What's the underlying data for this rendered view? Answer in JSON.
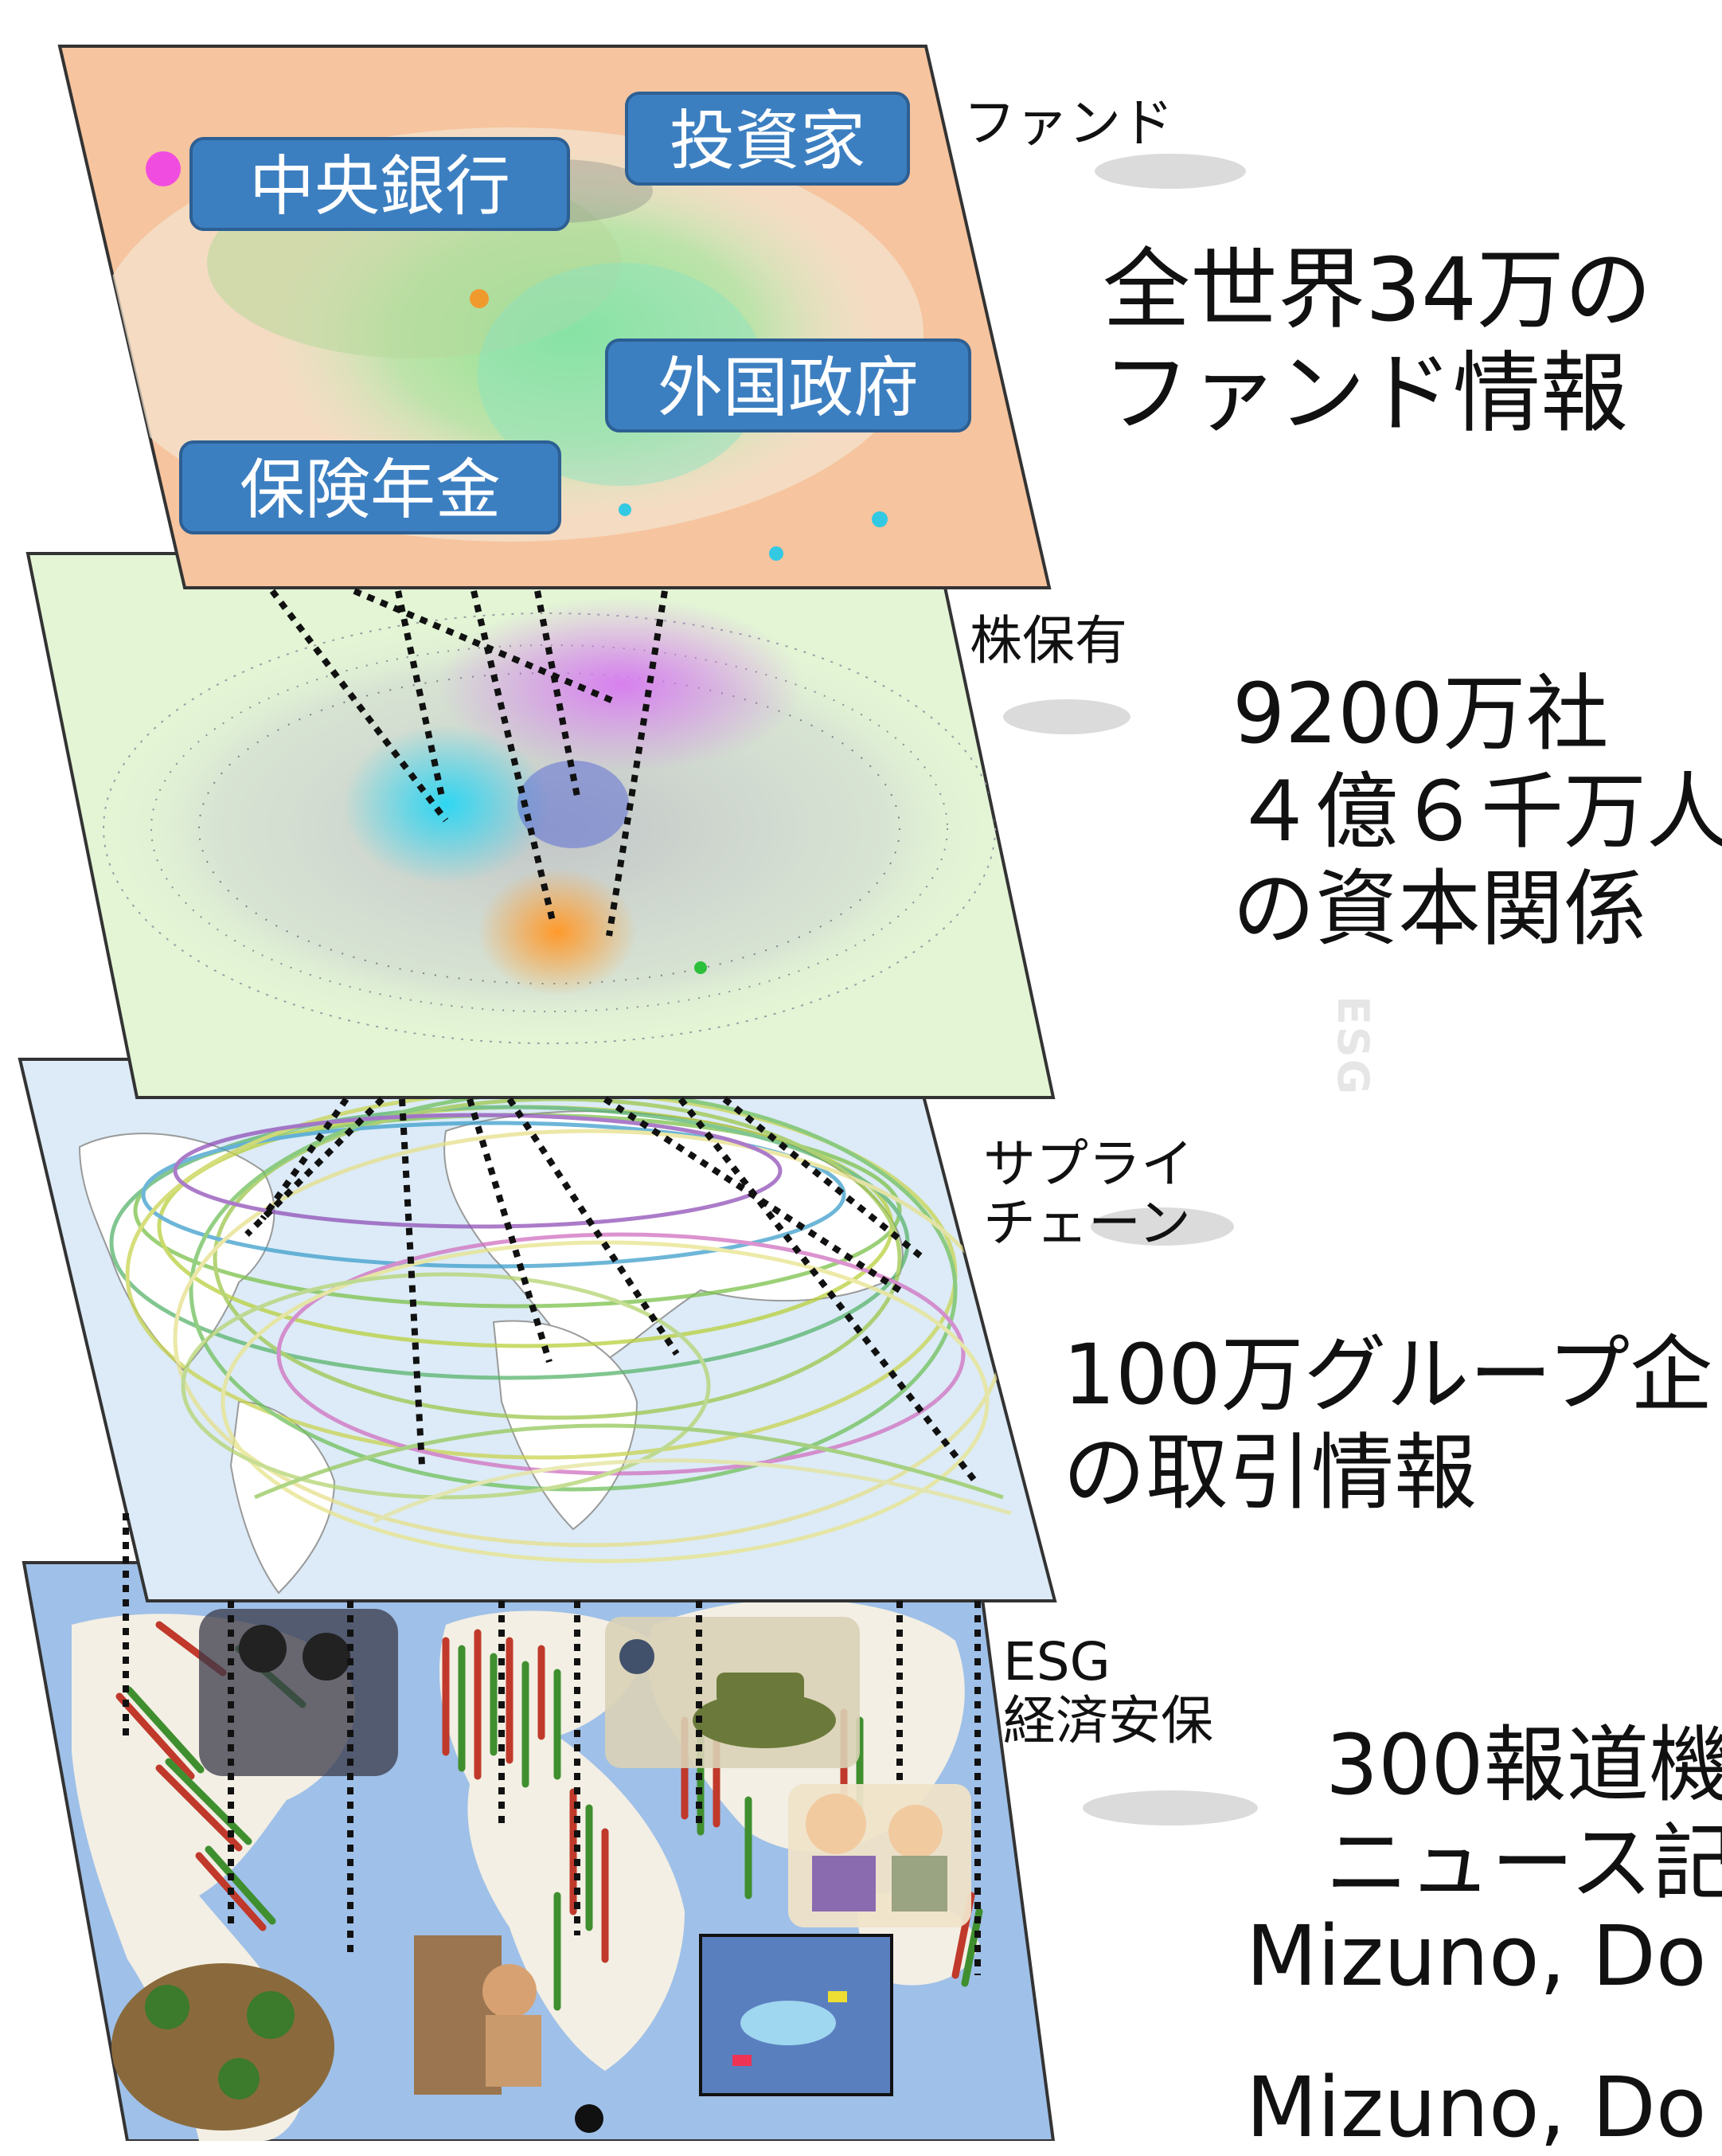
{
  "layers": [
    {
      "id": "fund",
      "label": "ファンド",
      "description_lines": [
        "全世界34万の",
        "ファンド情報"
      ],
      "badges": [
        "中央銀行",
        "投資家",
        "外国政府",
        "保険年金"
      ]
    },
    {
      "id": "shareholding",
      "label": "株保有",
      "description_lines": [
        "9200万社",
        "４億６千万人",
        "の資本関係"
      ]
    },
    {
      "id": "supply-chain",
      "label_lines": [
        "サプライ",
        "チェーン"
      ],
      "description_lines": [
        "100万グループ企",
        "の取引情報"
      ]
    },
    {
      "id": "esg",
      "label_lines": [
        "ESG",
        "経済安保"
      ],
      "description_lines": [
        "300報道機",
        "ニュース記"
      ]
    }
  ],
  "vertical_watermark": "ESG",
  "references": [
    "Mizuno, Do",
    "Mizuno, Do"
  ],
  "colors": {
    "fund_plane": "#f6c49e",
    "shareholding_plane": "#e3f5d5",
    "supply_plane": "#dcebf7",
    "esg_plane": "#9fc0e8",
    "badge": "#3c7fc1"
  }
}
